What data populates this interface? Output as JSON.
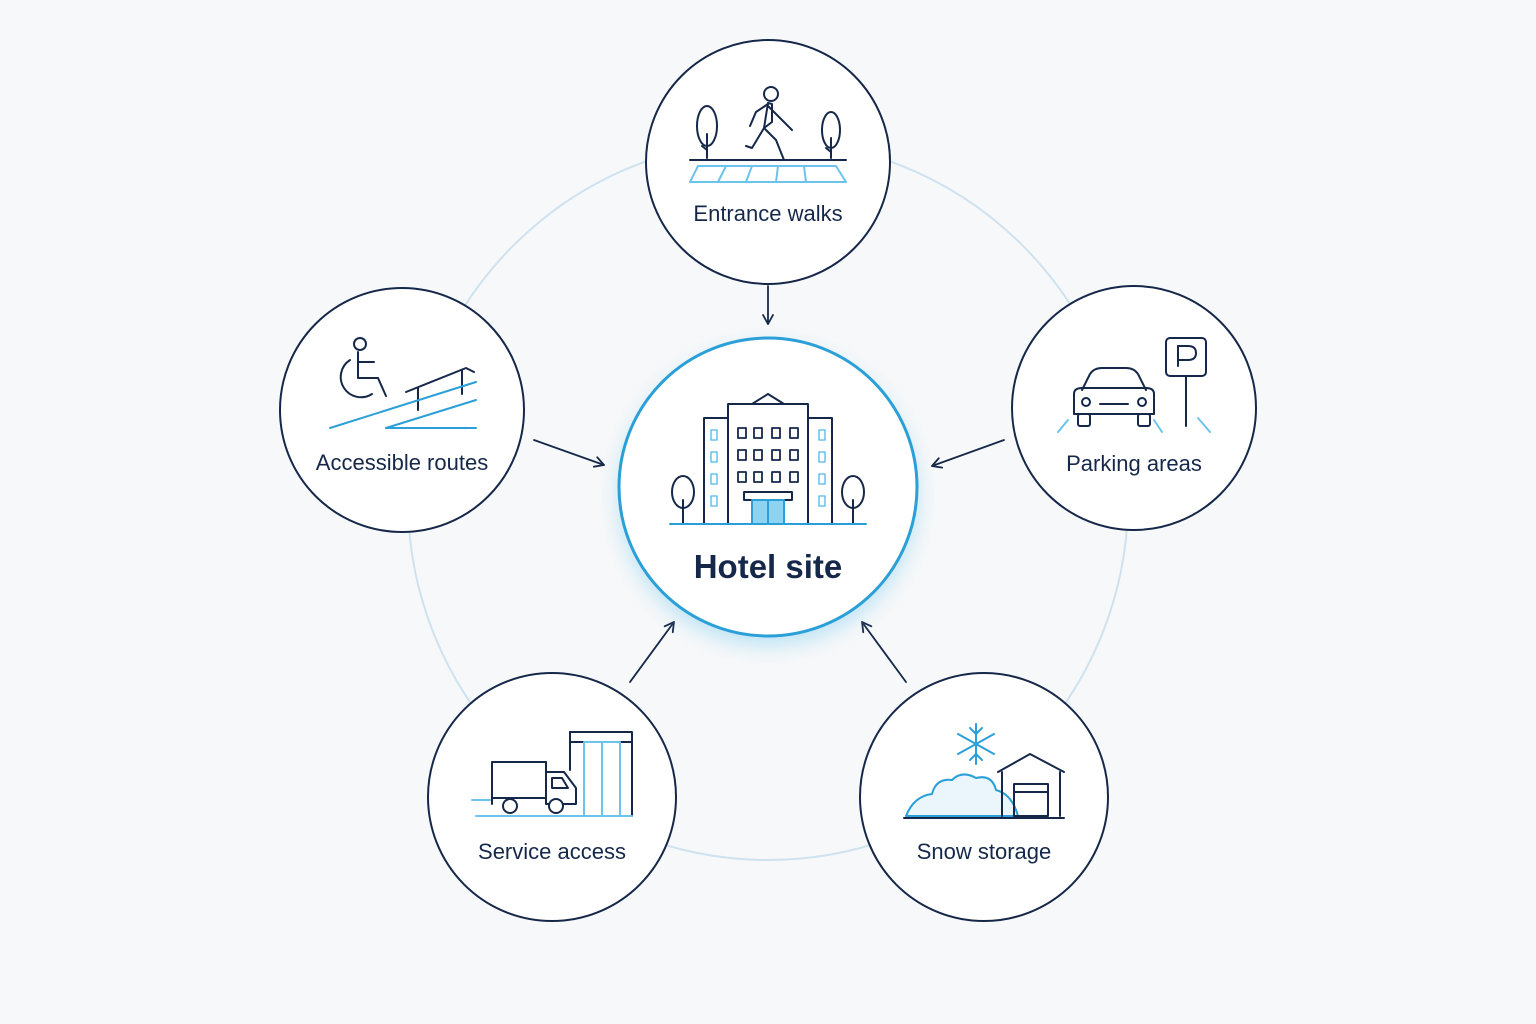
{
  "diagram": {
    "center": {
      "label": "Hotel site",
      "icon": "hotel-building-icon"
    },
    "nodes": [
      {
        "id": "entrance",
        "label": "Entrance walks",
        "icon": "pedestrian-crosswalk-icon"
      },
      {
        "id": "accessible",
        "label": "Accessible routes",
        "icon": "wheelchair-ramp-icon"
      },
      {
        "id": "parking",
        "label": "Parking areas",
        "icon": "car-parking-sign-icon"
      },
      {
        "id": "service",
        "label": "Service access",
        "icon": "delivery-truck-dock-icon"
      },
      {
        "id": "snow",
        "label": "Snow storage",
        "icon": "snow-pile-garage-icon"
      }
    ],
    "colors": {
      "outline": "#16284a",
      "accent": "#2a9fd8",
      "accent_light": "#6cc4ee",
      "ring": "#cfe2ef",
      "background": "#f7f8f9"
    }
  }
}
